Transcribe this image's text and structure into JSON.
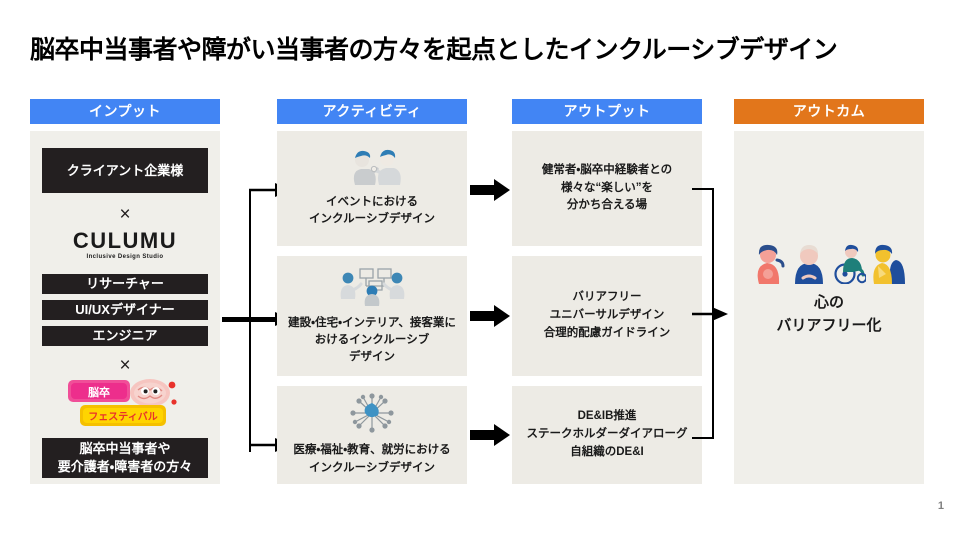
{
  "slide": {
    "title": "脳卒中当事者や障がい当事者の方々を起点としたインクルーシブデザイン",
    "page_number": "1",
    "colors": {
      "header_blue": "#4285F4",
      "header_orange": "#E2761B",
      "panel_bg": "#F0EFEA",
      "card_bg": "#EDEBE5",
      "dark_box": "#231F20"
    }
  },
  "columns": {
    "input": {
      "header": "インプット",
      "client_box": "クライアント企業様",
      "times_1": "×",
      "culumu": {
        "word": "CULUMU",
        "tagline": "Inclusive Design Studio"
      },
      "roles": [
        "リサーチャー",
        "UI/UXデザイナー",
        "エンジニア"
      ],
      "times_2": "×",
      "festival_logo_name": "脳卒×フェスティバル",
      "participants_box": "脳卒中当事者や\n要介護者・障害者の方々",
      "participants_line1": "脳卒中当事者や",
      "participants_line2": "要介護者・障害者の方々"
    },
    "activity": {
      "header": "アクティビティ",
      "cards": [
        {
          "icon": "two-people-talking-icon",
          "lines": [
            "イベントにおける",
            "インクルーシブデザイン"
          ]
        },
        {
          "icon": "people-network-board-icon",
          "lines": [
            "建設・住宅・インテリア、接客業に",
            "おけるインクルーシブ",
            "デザイン"
          ]
        },
        {
          "icon": "virus-network-icon",
          "lines": [
            "医療・福祉・教育、就労における",
            "インクルーシブデザイン"
          ]
        }
      ]
    },
    "output": {
      "header": "アウトプット",
      "cards": [
        {
          "lines": [
            "健常者・脳卒中経験者との",
            "様々な“楽しい”を",
            "分かち合える場"
          ]
        },
        {
          "lines": [
            "バリアフリー",
            "ユニバーサルデザイン",
            "合理的配慮ガイドライン"
          ]
        },
        {
          "lines": [
            "DE&IB推進",
            "ステークホルダーダイアローグ",
            "自組織のDE&I"
          ]
        }
      ]
    },
    "outcome": {
      "header": "アウトカム",
      "icons": [
        "person-pink-icon",
        "elder-blue-icon",
        "wheelchair-user-icon",
        "person-yellow-icon"
      ],
      "lines": [
        "心の",
        "バリアフリー化"
      ]
    }
  }
}
